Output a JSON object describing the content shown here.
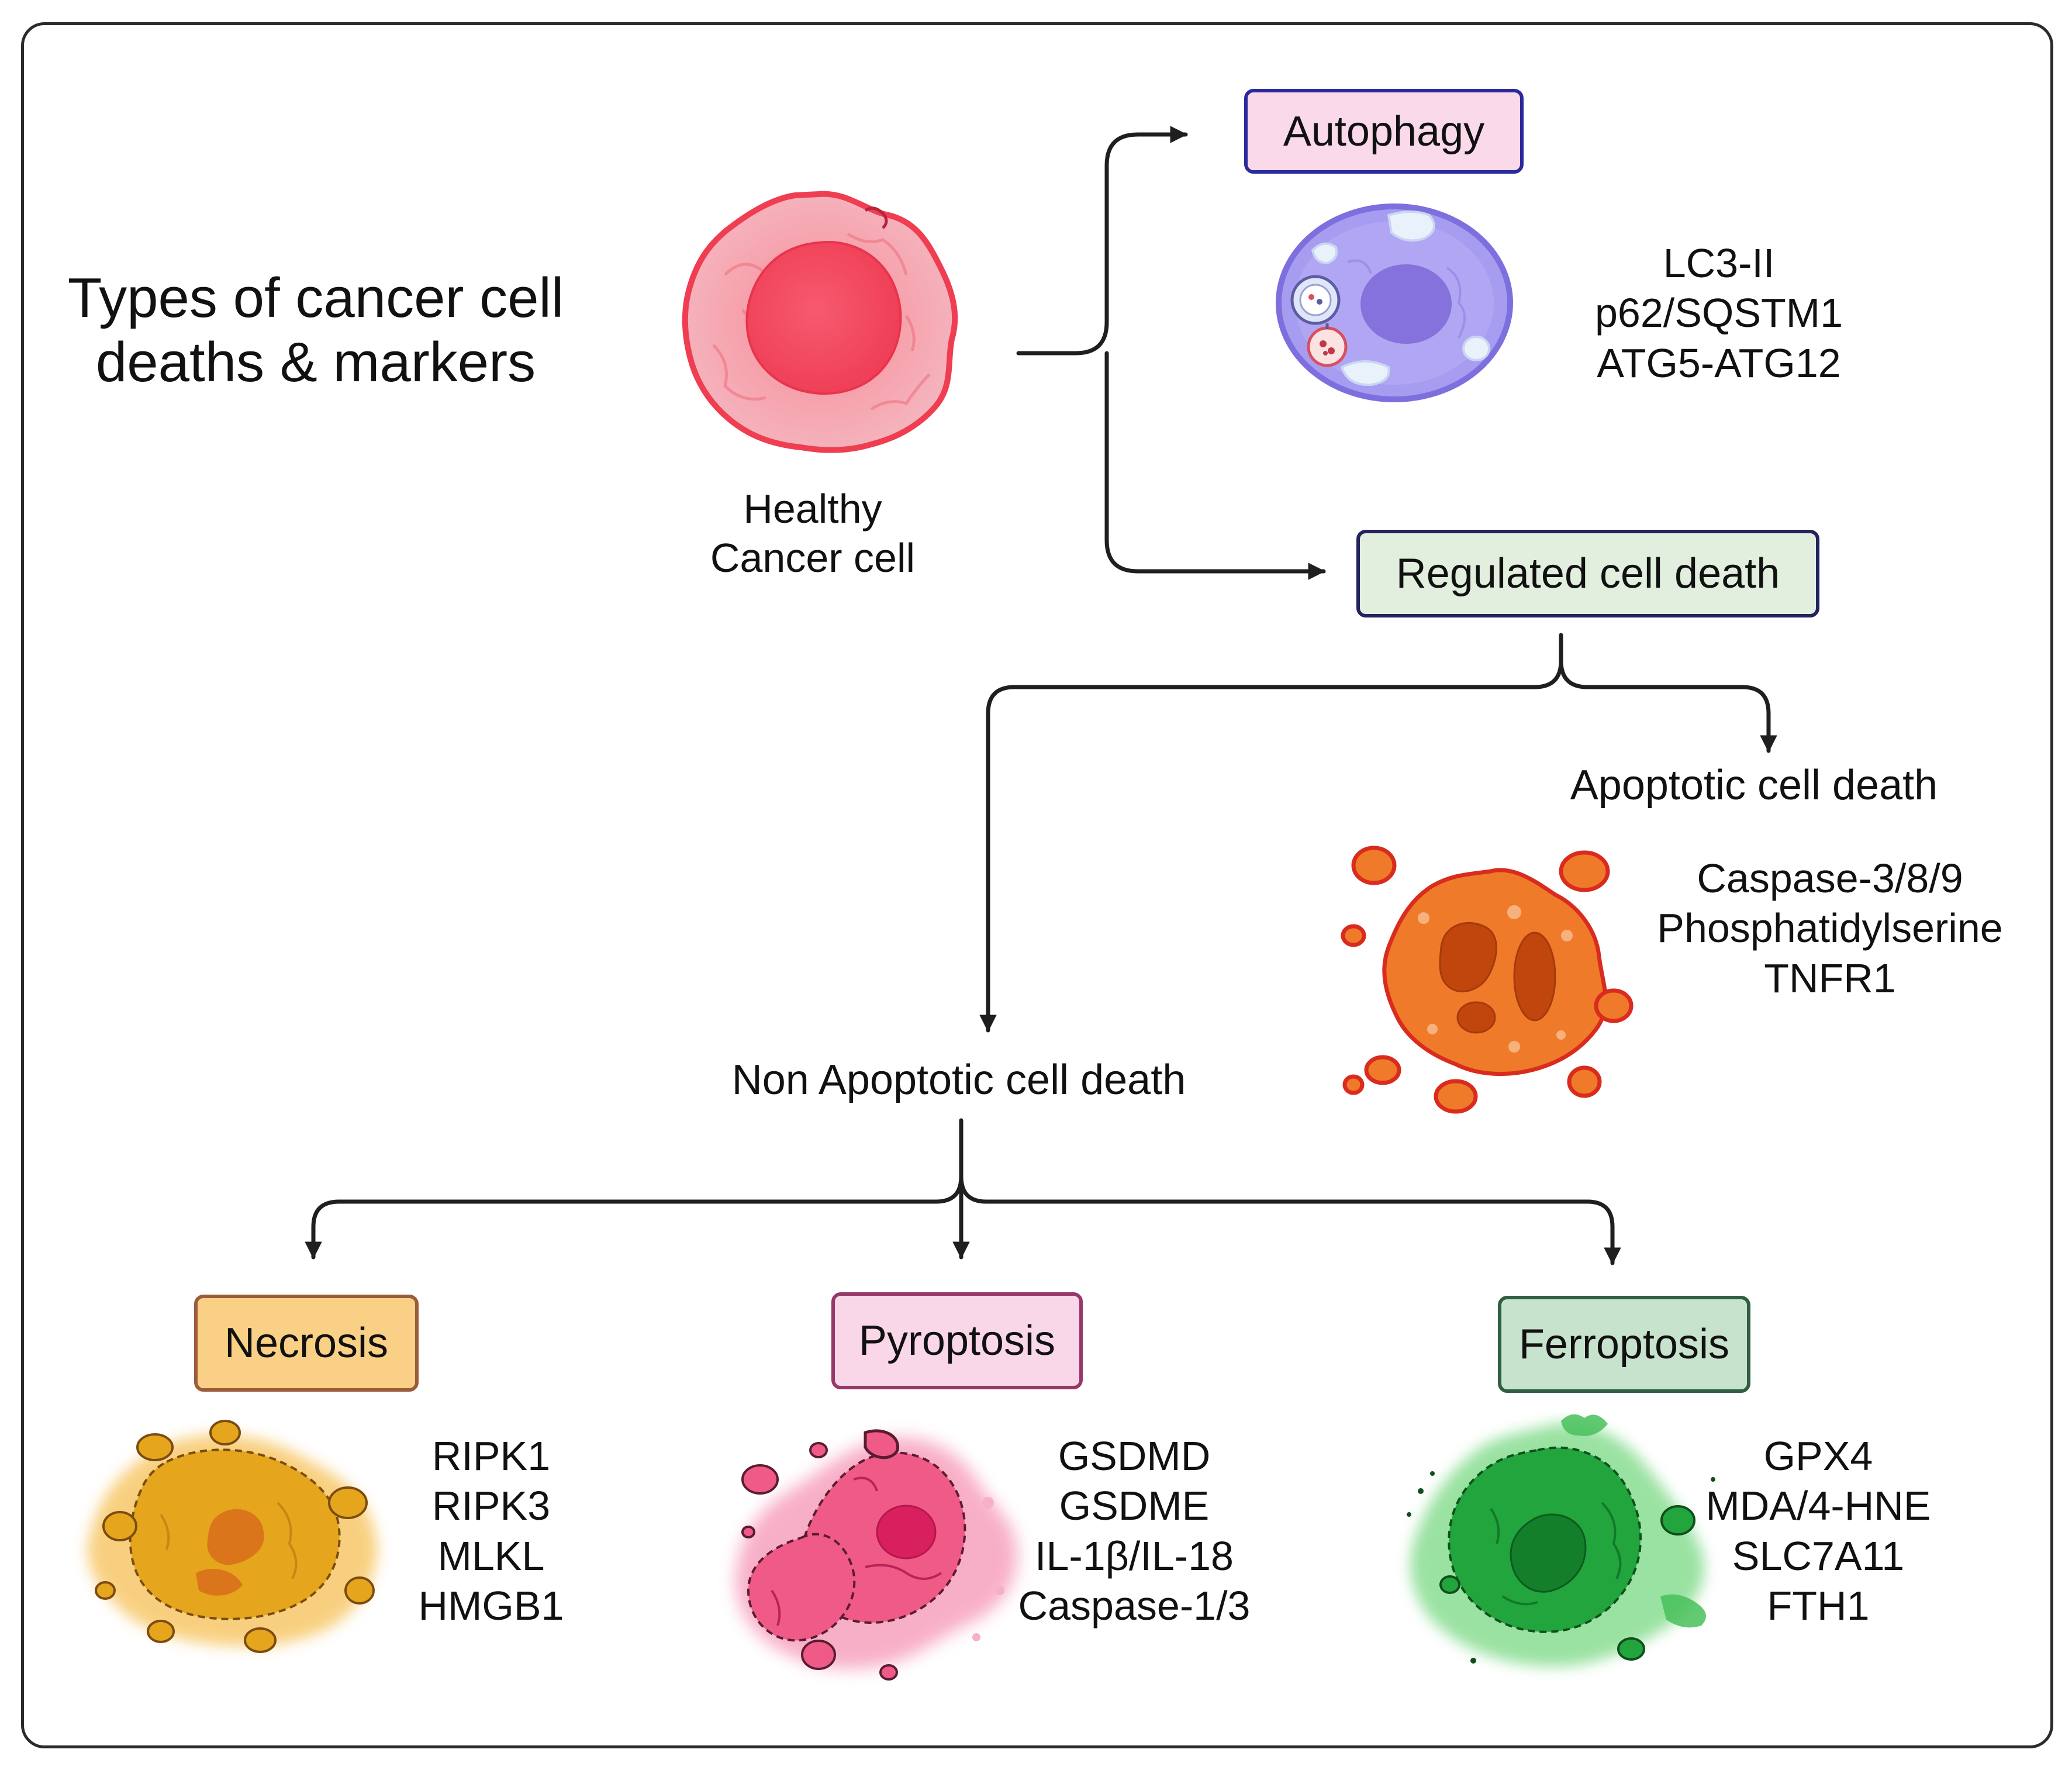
{
  "title": "Types of cancer cell deaths & markers",
  "healthy_cell": {
    "line1": "Healthy",
    "line2": "Cancer cell"
  },
  "autophagy": {
    "label": "Autophagy",
    "markers": [
      "LC3-II",
      "p62/SQSTM1",
      "ATG5-ATG12"
    ]
  },
  "regulated": {
    "label": "Regulated cell death"
  },
  "apoptotic": {
    "label": "Apoptotic cell death",
    "markers": [
      "Caspase-3/8/9",
      "Phosphatidylserine",
      "TNFR1"
    ]
  },
  "non_apoptotic": {
    "label": "Non Apoptotic cell death"
  },
  "necrosis": {
    "label": "Necrosis",
    "markers": [
      "RIPK1",
      "RIPK3",
      "MLKL",
      "HMGB1"
    ]
  },
  "pyroptosis": {
    "label": "Pyroptosis",
    "markers": [
      "GSDMD",
      "GSDME",
      "IL-1β/IL-18",
      "Caspase-1/3"
    ]
  },
  "ferroptosis": {
    "label": "Ferroptosis",
    "markers": [
      "GPX4",
      "MDA/4-HNE",
      "SLC7A11",
      "FTH1"
    ]
  },
  "colors": {
    "healthy": "#f04f5f",
    "autophagy": "#9b8ce8",
    "apoptotic": "#ef7a2a",
    "necrosis": "#e5a51c",
    "pyroptosis": "#ef5a86",
    "ferroptosis": "#22a53c",
    "arrow": "#1f1f1f"
  },
  "icons": {
    "healthy": "cancer-cell-icon",
    "autophagy": "autophagy-cell-icon",
    "apoptotic": "apoptotic-cell-icon",
    "necrosis": "necrotic-cell-icon",
    "pyroptosis": "pyroptotic-cell-icon",
    "ferroptosis": "ferroptotic-cell-icon"
  }
}
